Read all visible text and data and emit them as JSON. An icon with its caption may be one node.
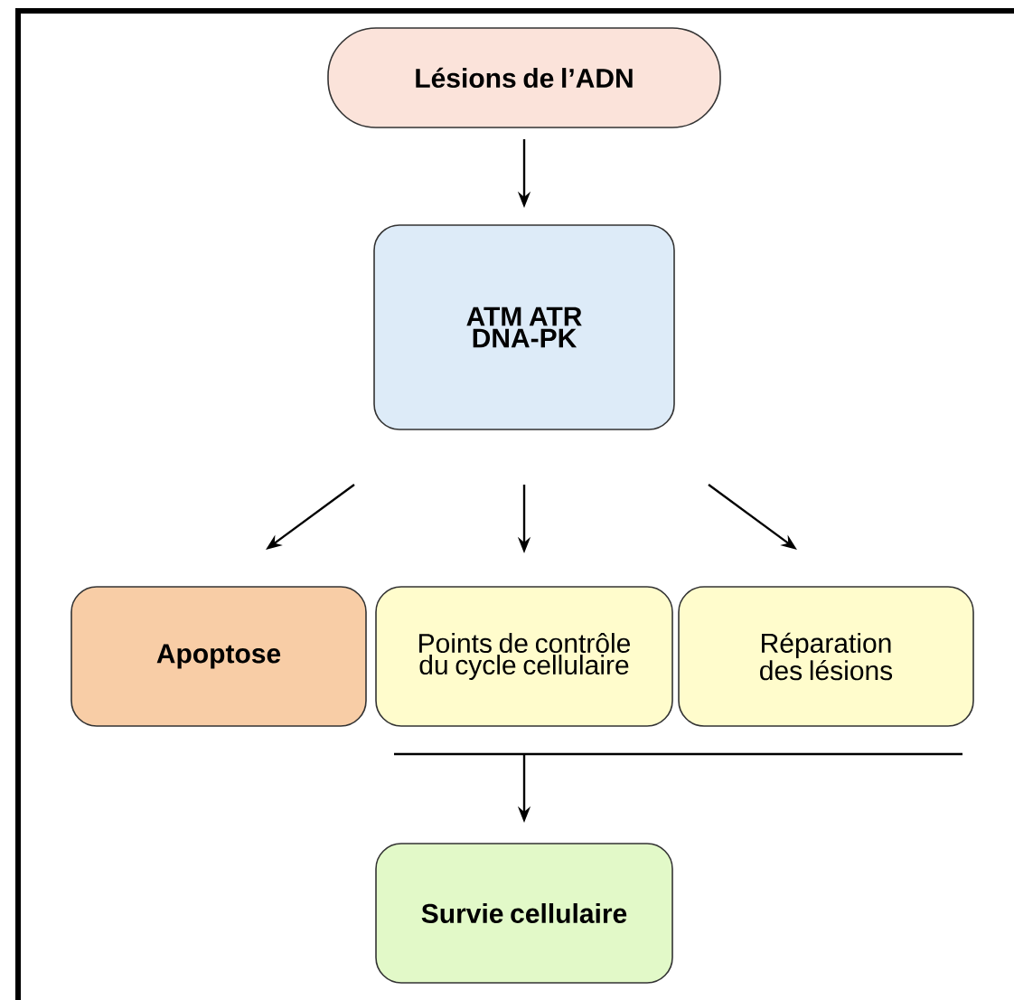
{
  "diagram": {
    "nodes": [
      {
        "text": [
          "Lésions de l’ADN"
        ]
      },
      {
        "text": [
          "ATM ATR DNA-PK"
        ]
      },
      {
        "text": [
          "Apoptose"
        ]
      },
      {
        "text": [
          "Points de contrôle du cycle cellulaire"
        ]
      },
      {
        "text": [
          "Réparation des lésions"
        ]
      },
      {
        "text": [
          "Survie cellulaire"
        ]
      }
    ],
    "edges": [
      {
        "from": 0,
        "to": 1,
        "arrow": "to"
      },
      {
        "from": 1,
        "to": 2,
        "arrow": "to"
      },
      {
        "from": 1,
        "to": 3,
        "arrow": "to"
      },
      {
        "from": 1,
        "to": 4,
        "arrow": "to"
      },
      {
        "from": 3,
        "to": 5,
        "arrow": "to"
      },
      {
        "from": 4,
        "to": 5,
        "arrow": "to"
      }
    ]
  }
}
